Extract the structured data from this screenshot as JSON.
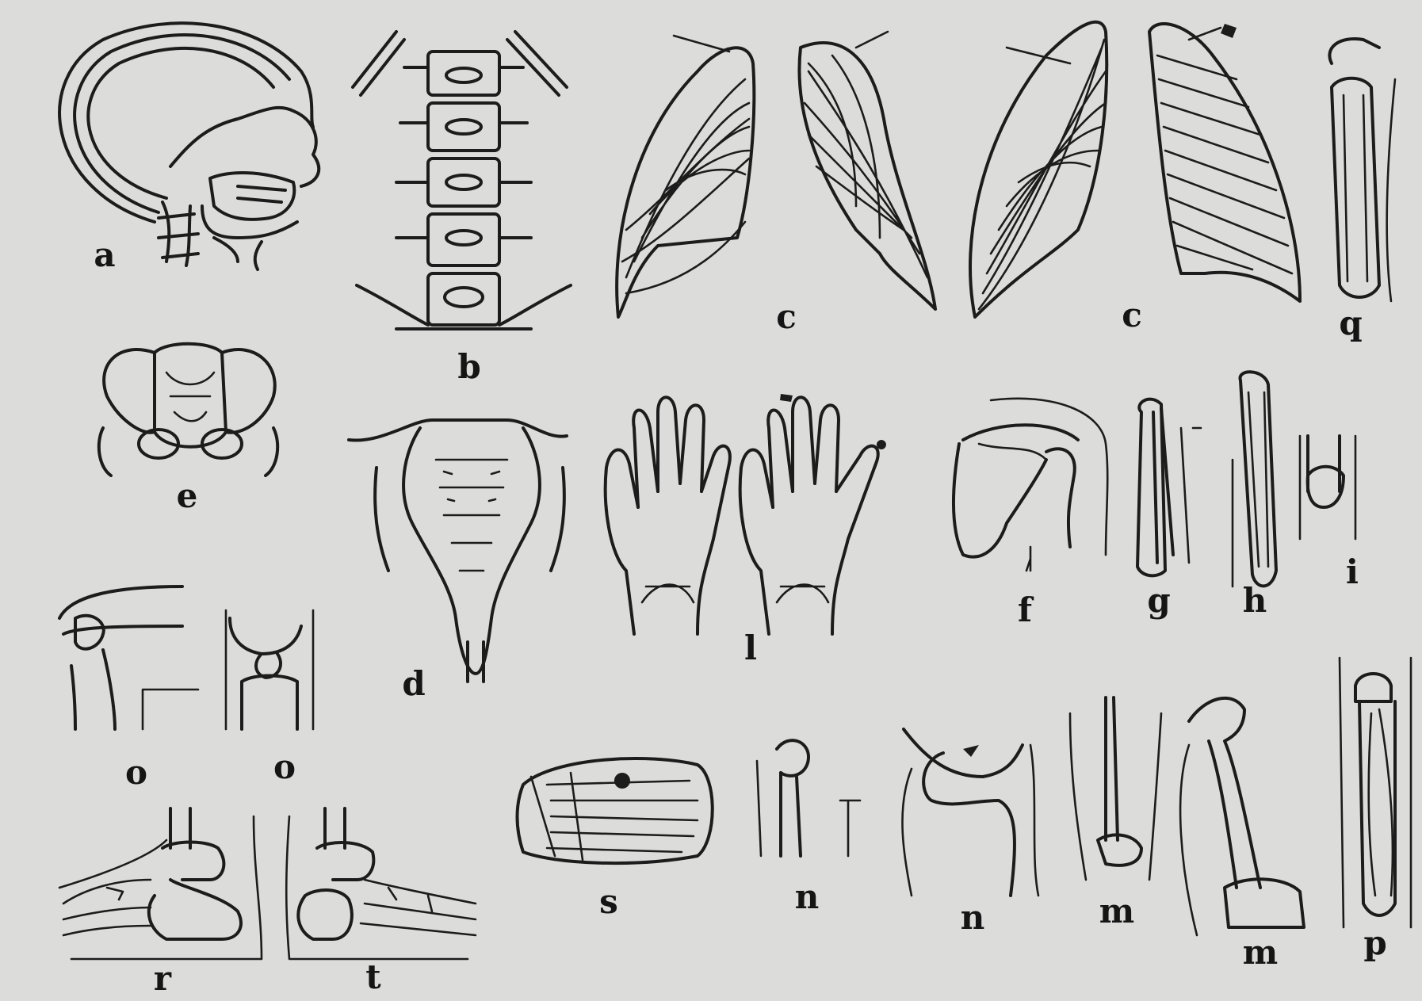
{
  "figures": [
    {
      "id": "a-skull",
      "label": "a"
    },
    {
      "id": "b-lumbar-spine",
      "label": "b"
    },
    {
      "id": "c-thorax-oblique-left",
      "label": "c"
    },
    {
      "id": "c-thorax-lateral",
      "label": "c"
    },
    {
      "id": "q-long-bone",
      "label": "q"
    },
    {
      "id": "e-pelvis",
      "label": "e"
    },
    {
      "id": "d-sacrum",
      "label": "d"
    },
    {
      "id": "l-hands",
      "label": "l"
    },
    {
      "id": "f-shoulder",
      "label": "f"
    },
    {
      "id": "g-forearm",
      "label": "g"
    },
    {
      "id": "h-humerus",
      "label": "h"
    },
    {
      "id": "i-elbow",
      "label": "i"
    },
    {
      "id": "o-knee-lateral",
      "label": "o"
    },
    {
      "id": "o-knee-ap",
      "label": "o"
    },
    {
      "id": "r-ankle-lateral",
      "label": "r"
    },
    {
      "id": "t-ankle-lateral",
      "label": "t"
    },
    {
      "id": "s-foot",
      "label": "s"
    },
    {
      "id": "n-heel-small",
      "label": "n"
    },
    {
      "id": "n-hip",
      "label": "n"
    },
    {
      "id": "m-tibia",
      "label": "m"
    },
    {
      "id": "m-femur",
      "label": "m"
    },
    {
      "id": "p-leg",
      "label": "p"
    }
  ]
}
